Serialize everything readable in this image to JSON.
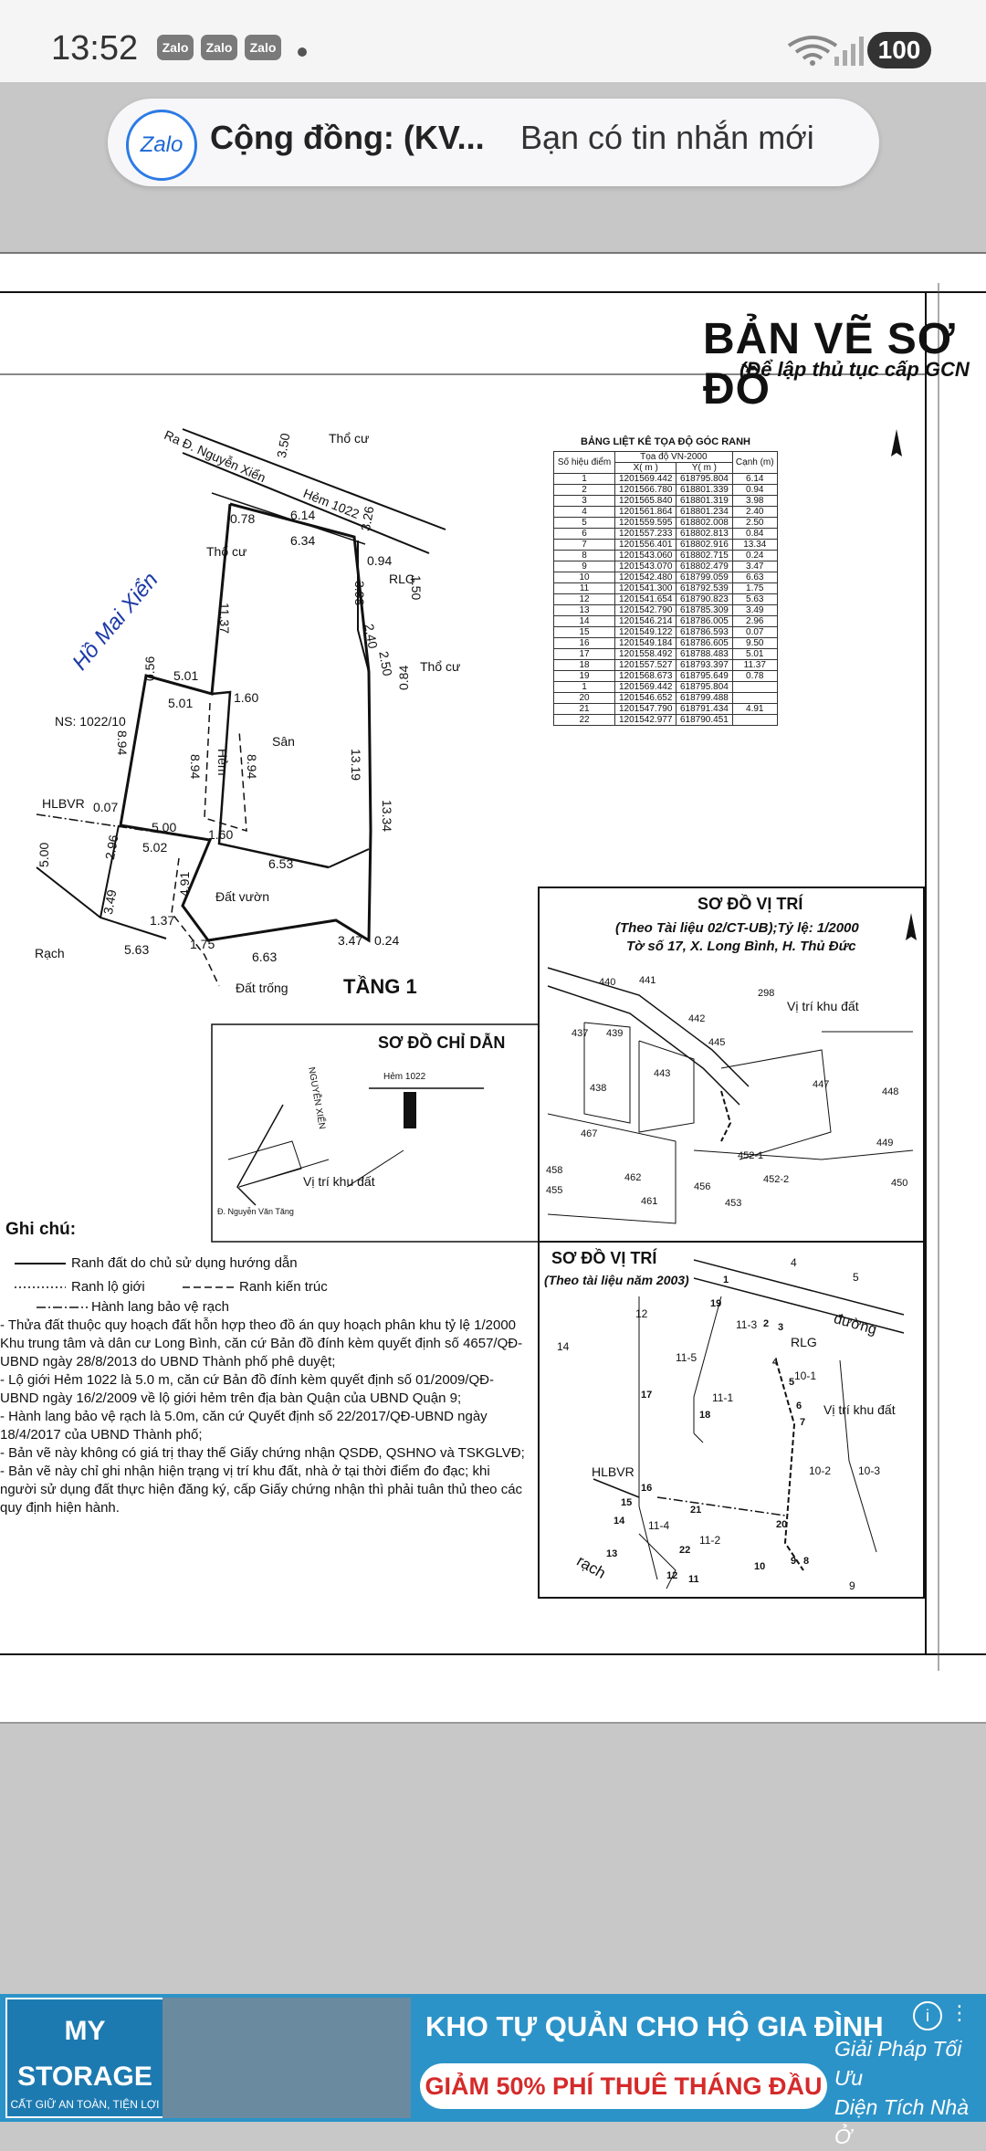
{
  "status_bar": {
    "time": "13:52",
    "notif_apps": [
      "Zalo",
      "Zalo",
      "Zalo"
    ],
    "battery": "100"
  },
  "notification": {
    "app_icon_label": "Zalo",
    "title": "Cộng đồng: (KV...",
    "message": "Bạn có tin nhắn mới"
  },
  "document": {
    "title": "BẢN VẼ SƠ ĐỒ",
    "subtitle": "(Để lập thủ tục cấp GCN",
    "coord_table": {
      "title": "BẢNG LIỆT KÊ TỌA ĐỘ GÓC RANH",
      "header_point": "Số hiệu điểm",
      "header_coord": "Tọa độ VN-2000",
      "header_x": "X( m )",
      "header_y": "Y( m )",
      "header_edge": "Cạnh (m)",
      "rows": [
        [
          "1",
          "1201569.442",
          "618795.804",
          "6.14"
        ],
        [
          "2",
          "1201566.780",
          "618801.339",
          "0.94"
        ],
        [
          "3",
          "1201565.840",
          "618801.319",
          "3.98"
        ],
        [
          "4",
          "1201561.864",
          "618801.234",
          "2.40"
        ],
        [
          "5",
          "1201559.595",
          "618802.008",
          "2.50"
        ],
        [
          "6",
          "1201557.233",
          "618802.813",
          "0.84"
        ],
        [
          "7",
          "1201556.401",
          "618802.916",
          "13.34"
        ],
        [
          "8",
          "1201543.060",
          "618802.715",
          "0.24"
        ],
        [
          "9",
          "1201543.070",
          "618802.479",
          "3.47"
        ],
        [
          "10",
          "1201542.480",
          "618799.059",
          "6.63"
        ],
        [
          "11",
          "1201541.300",
          "618792.539",
          "1.75"
        ],
        [
          "12",
          "1201541.654",
          "618790.823",
          "5.63"
        ],
        [
          "13",
          "1201542.790",
          "618785.309",
          "3.49"
        ],
        [
          "14",
          "1201546.214",
          "618786.005",
          "2.96"
        ],
        [
          "15",
          "1201549.122",
          "618786.593",
          "0.07"
        ],
        [
          "16",
          "1201549.184",
          "618786.605",
          "9.50"
        ],
        [
          "17",
          "1201558.492",
          "618788.483",
          "5.01"
        ],
        [
          "18",
          "1201557.527",
          "618793.397",
          "11.37"
        ],
        [
          "19",
          "1201568.673",
          "618795.649",
          "0.78"
        ],
        [
          "1",
          "1201569.442",
          "618795.804",
          ""
        ],
        [
          "20",
          "1201546.652",
          "618799.488",
          ""
        ],
        [
          "21",
          "1201547.790",
          "618791.434",
          "4.91"
        ],
        [
          "22",
          "1201542.977",
          "618790.451",
          ""
        ]
      ]
    },
    "plan": {
      "street": "Ra Đ. Nguyễn Xiển",
      "alley": "Hẻm 1022",
      "tho_cu": "Thổ cư",
      "san": "Sân",
      "dat_vuon": "Đất vườn",
      "dat_trong": "Đất trống",
      "rach": "Rạch",
      "hlbvr": "HLBVR",
      "rlg": "RLG",
      "ns": "NS: 1022/10",
      "floor": "TẦNG 1",
      "handwriting": "Hồ Mai Xiển",
      "hem_label": "Hẻm",
      "dims": [
        "3.50",
        "6.14",
        "3.26",
        "0.78",
        "6.34",
        "0.94",
        "1.50",
        "11.37",
        "3.98",
        "2.40",
        "2.50",
        "0.84",
        "0.56",
        "5.01",
        "5.01",
        "1.60",
        "8.94",
        "8.94",
        "8.94",
        "13.19",
        "13.34",
        "0.07",
        "5.00",
        "5.00",
        "5.02",
        "2.96",
        "1.60",
        "6.53",
        "4.91",
        "3.49",
        "1.37",
        "1.75",
        "6.63",
        "3.47",
        "0.24",
        "5.63"
      ]
    },
    "site_map_1": {
      "title": "SƠ ĐỒ VỊ TRÍ",
      "subtitle1": "(Theo Tài liệu 02/CT-UB);Tỷ lệ: 1/2000",
      "subtitle2": "Tờ số 17, X. Long Bình, H. Thủ Đức",
      "location_label": "Vị trí khu đất",
      "parcels": [
        "440",
        "441",
        "298",
        "437",
        "439",
        "442",
        "445",
        "443",
        "447",
        "448",
        "438",
        "467",
        "449",
        "462",
        "456",
        "452-1",
        "452-2",
        "450",
        "461",
        "453",
        "455",
        "458"
      ]
    },
    "guide_map": {
      "title": "SƠ ĐỒ CHỈ DẪN",
      "alley": "Hẻm 1022",
      "road": "NGUYỄN XIỂN",
      "location_label": "Vị trí khu đất",
      "bottom_road": "Đ. Nguyễn Văn Tăng"
    },
    "site_map_2": {
      "title": "SƠ ĐỒ VỊ TRÍ",
      "subtitle": "(Theo tài liệu năm 2003)",
      "road": "đường",
      "rlg": "RLG",
      "hlbvr": "HLBVR",
      "rach": "rạch",
      "location_label": "Vị trí khu đất",
      "parcels": [
        "4",
        "5",
        "12",
        "14",
        "11-3",
        "11-5",
        "10-1",
        "11-1",
        "10-2",
        "10-3",
        "11-4",
        "11-2",
        "9"
      ],
      "points": [
        "1",
        "19",
        "2",
        "3",
        "4",
        "5",
        "6",
        "7",
        "17",
        "18",
        "16",
        "15",
        "14",
        "21",
        "20",
        "13",
        "22",
        "12",
        "11",
        "10",
        "9",
        "8"
      ]
    },
    "legend": {
      "title": "Ghi chú:",
      "items": [
        "Ranh đất do chủ sử dụng hướng dẫn",
        "Ranh lộ giới",
        "Ranh kiến trúc",
        "Hành lang bảo vệ rạch"
      ]
    },
    "notes": [
      "- Thửa đất thuộc quy hoạch đất hỗn hợp theo đồ án quy hoạch phân khu tỷ lệ 1/2000 Khu trung tâm và dân cư Long Bình, căn cứ Bản đồ đính kèm quyết định số 4657/QĐ-UBND ngày 28/8/2013 do UBND Thành phố phê duyệt;",
      "- Lộ giới Hẻm 1022 là 5.0 m, căn cứ Bản đồ đính kèm quyết định số 01/2009/QĐ-UBND ngày 16/2/2009 về lộ giới hẻm trên địa bàn Quận của UBND Quận 9;",
      "- Hành lang bảo vệ rạch là 5.0m, căn cứ Quyết định số 22/2017/QĐ-UBND ngày 18/4/2017 của UBND Thành phố;",
      "- Bản vẽ này không có giá trị thay thế Giấy chứng nhận QSDĐ, QSHNO và TSKGLVĐ;",
      "- Bản vẽ này chỉ ghi nhận hiện trạng vị trí khu đất, nhà ở tại thời điểm đo đạc; khi người sử dụng đất thực hiện đăng ký, cấp Giấy chứng nhận thì phải tuân thủ theo các quy định hiện hành."
    ]
  },
  "ad": {
    "logo_line1": "MY",
    "logo_line2": "STORAGE",
    "logo_tag": "CẤT GIỮ AN TOÀN, TIỆN LỢI",
    "headline": "KHO TỰ QUẢN CHO HỘ GIA ĐÌNH",
    "offer": "GIẢM 50% PHÍ THUÊ THÁNG ĐẦU",
    "right_line1": "Giải Pháp Tối Ưu",
    "right_line2": "Diện Tích Nhà Ở"
  }
}
